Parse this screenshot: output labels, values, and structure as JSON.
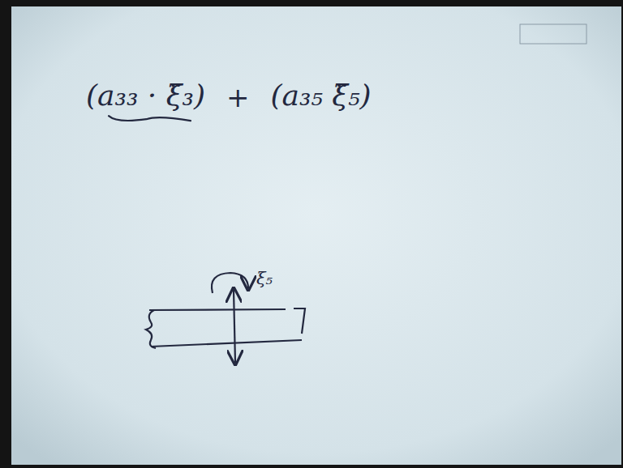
{
  "diagram": {
    "labels": [
      "(a₃₃ · ξ̈₃)",
      "+",
      "(a₃₅ ξ̈₅)",
      "ξ₅"
    ]
  }
}
